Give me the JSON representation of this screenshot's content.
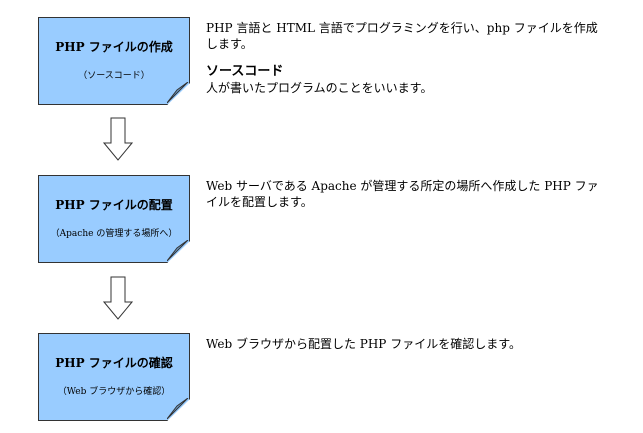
{
  "steps": [
    {
      "title": "PHP ファイルの作成",
      "subtitle": "（ソースコード）",
      "description": "PHP 言語と HTML 言語でプログラミングを行い、php ファイルを作成します。",
      "term": "ソースコード",
      "term_definition": "人が書いたプログラムのことをいいます。"
    },
    {
      "title": "PHP ファイルの配置",
      "subtitle": "（Apache の管理する場所へ）",
      "description": "Web サーバである Apache が管理する所定の場所へ作成した PHP ファイルを配置します。"
    },
    {
      "title": "PHP ファイルの確認",
      "subtitle": "（Web ブラウザから確認）",
      "description": "Web ブラウザから配置した PHP ファイルを確認します。"
    }
  ],
  "colors": {
    "box_fill": "#99ccff"
  }
}
